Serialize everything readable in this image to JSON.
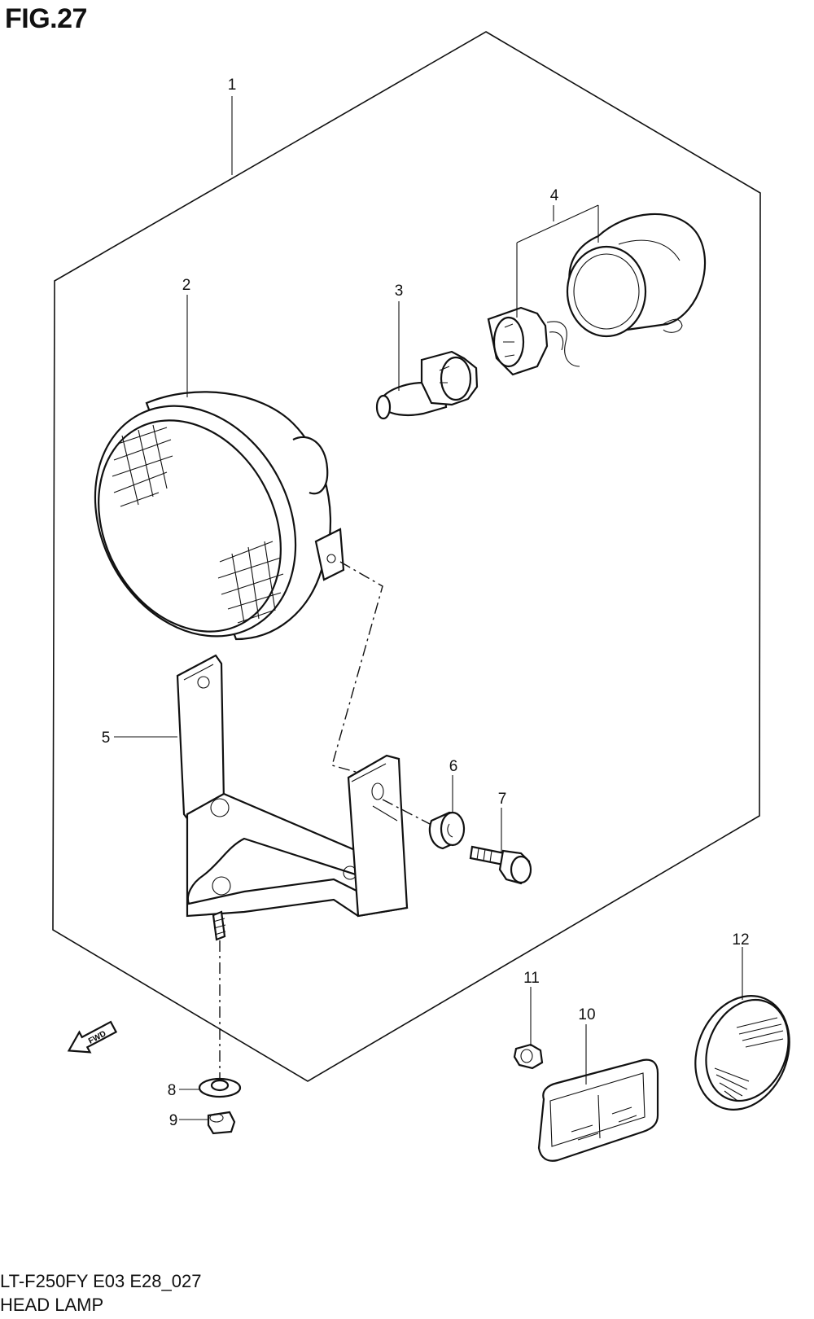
{
  "figure": {
    "title": "FIG.27",
    "model_code": "LT-F250FY E03 E28_027",
    "caption": "HEAD LAMP"
  },
  "callouts": [
    {
      "id": "1"
    },
    {
      "id": "2"
    },
    {
      "id": "3"
    },
    {
      "id": "4"
    },
    {
      "id": "5"
    },
    {
      "id": "6"
    },
    {
      "id": "7"
    },
    {
      "id": "8"
    },
    {
      "id": "9"
    },
    {
      "id": "10"
    },
    {
      "id": "11"
    },
    {
      "id": "12"
    }
  ],
  "fwd_arrow": {
    "label": "FWD"
  }
}
